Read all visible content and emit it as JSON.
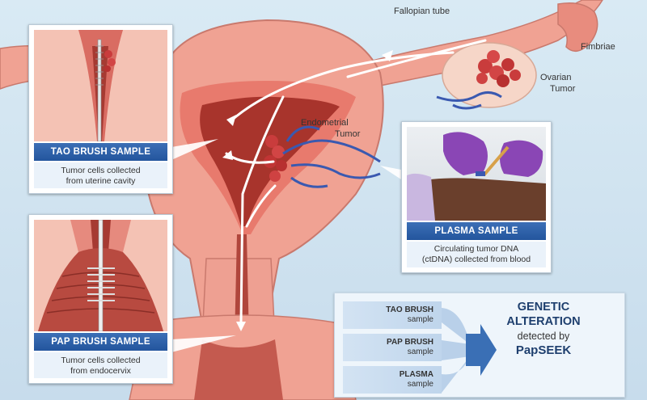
{
  "labels": {
    "fallopian_tube": "Fallopian tube",
    "fimbriae": "Fimbriae",
    "ovarian_tumor": [
      "Ovarian",
      "Tumor"
    ],
    "endometrial_tumor": [
      "Endometrial",
      "Tumor"
    ]
  },
  "tao_card": {
    "title": "TAO BRUSH SAMPLE",
    "caption": [
      "Tumor cells collected",
      "from uterine cavity"
    ]
  },
  "pap_card": {
    "title": "PAP BRUSH SAMPLE",
    "caption": [
      "Tumor cells collected",
      "from endocervix"
    ]
  },
  "plasma_card": {
    "title": "PLASMA SAMPLE",
    "caption": [
      "Circulating tumor DNA",
      "(ctDNA) collected from blood"
    ]
  },
  "genetic_panel": {
    "samples": [
      {
        "name": "TAO BRUSH",
        "sub": "sample"
      },
      {
        "name": "PAP BRUSH",
        "sub": "sample"
      },
      {
        "name": "PLASMA",
        "sub": "sample"
      }
    ],
    "result_line1": "GENETIC",
    "result_line2": "ALTERATION",
    "result_line3": "detected by",
    "result_brand": "PapSEEK"
  },
  "colors": {
    "tissue": "#ee9a8c",
    "tissue_dark": "#c8645a",
    "cavity": "#a8342c",
    "vessel": "#3a59b0",
    "band": "#2a5ca6",
    "arrow": "#ffffff"
  }
}
